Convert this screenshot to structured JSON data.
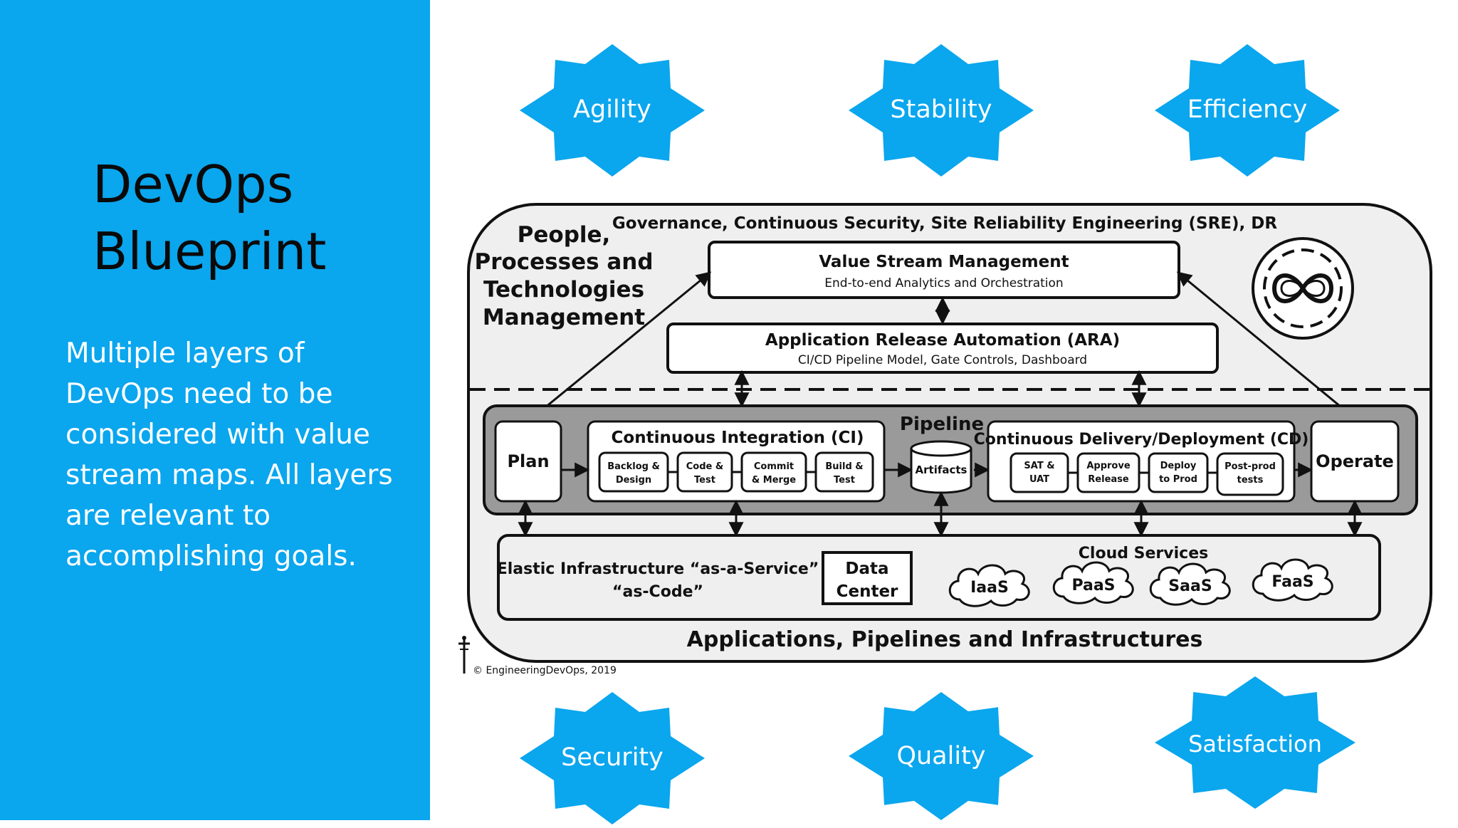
{
  "slide": {
    "title_line1": "DevOps",
    "title_line2": "Blueprint",
    "description": "Multiple layers of DevOps need to be considered with value stream maps. All layers are relevant to accomplishing goals."
  },
  "goals": {
    "agility": "Agility",
    "stability": "Stability",
    "efficiency": "Efficiency",
    "security": "Security",
    "quality": "Quality",
    "satisfaction": "Satisfaction"
  },
  "diagram": {
    "governance": "Governance, Continuous Security, Site Reliability Engineering (SRE), DR",
    "people_line1": "People,",
    "people_line2": "Processes  and",
    "people_line3": "Technologies",
    "people_line4": "Management",
    "vsm_title": "Value Stream Management",
    "vsm_sub": "End-to-end Analytics and Orchestration",
    "ara_title": "Application Release Automation (ARA)",
    "ara_sub": "CI/CD Pipeline Model, Gate Controls, Dashboard",
    "pipeline": "Pipeline",
    "plan": "Plan",
    "ci_title": "Continuous Integration (CI)",
    "ci_steps": [
      {
        "l1": "Backlog &",
        "l2": "Design"
      },
      {
        "l1": "Code &",
        "l2": "Test"
      },
      {
        "l1": "Commit",
        "l2": "& Merge"
      },
      {
        "l1": "Build &",
        "l2": "Test"
      }
    ],
    "artifacts": "Artifacts",
    "cd_title": "Continuous Delivery/Deployment (CD)",
    "cd_steps": [
      {
        "l1": "SAT &",
        "l2": "UAT"
      },
      {
        "l1": "Approve",
        "l2": "Release"
      },
      {
        "l1": "Deploy",
        "l2": "to Prod"
      },
      {
        "l1": "Post-prod",
        "l2": "tests"
      }
    ],
    "operate": "Operate",
    "elastic_line1": "Elastic Infrastructure “as-a-Service”",
    "elastic_line2": "“as-Code”",
    "dc_line1": "Data",
    "dc_line2": "Center",
    "cloud_services": "Cloud Services",
    "clouds": [
      "IaaS",
      "PaaS",
      "SaaS",
      "FaaS"
    ],
    "bottom": "Applications, Pipelines and Infrastructures",
    "copyright": "© EngineeringDevOps, 2019"
  },
  "colors": {
    "panel": "#0aa6ee",
    "star": "#0aa6ee",
    "pipeline_bg": "#9a9a9a",
    "outer_bg": "#efefef"
  }
}
